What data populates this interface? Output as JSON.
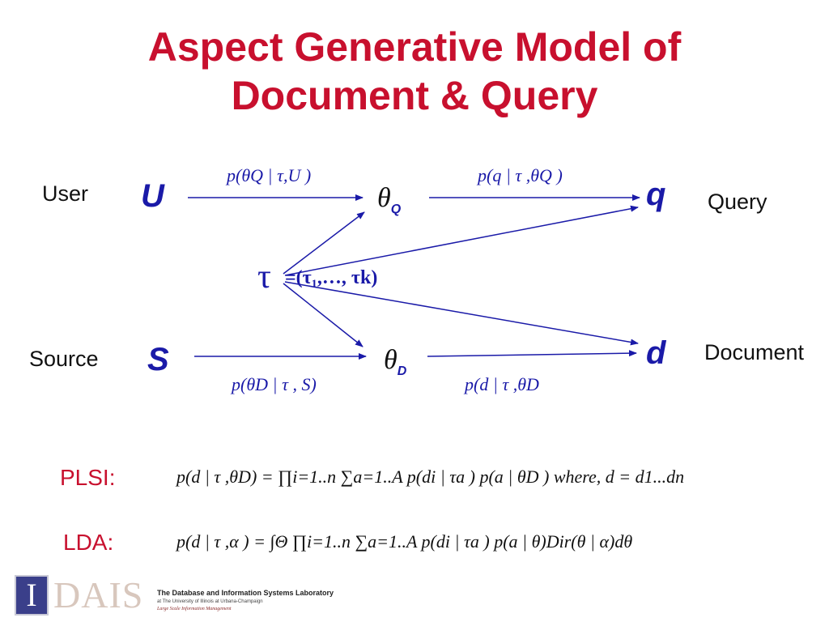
{
  "slide": {
    "title_line1": "Aspect Generative Model of",
    "title_line2": "Document & Query"
  },
  "diagram": {
    "user_label": "User",
    "source_label": "Source",
    "query_label": "Query",
    "document_label": "Document",
    "node_U": "U",
    "node_S": "S",
    "node_q": "q",
    "node_d": "d",
    "theta": "θ",
    "theta_Q_sub": "Q",
    "theta_D_sub": "D",
    "tau_symbol": "τ",
    "tau_list": "=(τ₁,…, τk)",
    "p_thetaQ_given": "p(θQ | τ,U )",
    "p_q_given": "p(q | τ ,θQ )",
    "p_thetaD_given": "p(θD | τ , S)",
    "p_d_given": "p(d | τ ,θD"
  },
  "formulas": {
    "plsi_label": "PLSI:",
    "plsi": "p(d | τ ,θD) = ∏i=1..n ∑a=1..A p(di | τa ) p(a | θD )    where, d = d1...dn",
    "lda_label": "LDA:",
    "lda": "p(d | τ ,α ) = ∫Θ ∏i=1..n ∑a=1..A p(di | τa ) p(a | θ)Dir(θ | α)dθ"
  },
  "logo": {
    "mark": "I",
    "word": "DAIS",
    "line1": "The Database and Information Systems Laboratory",
    "line2": "at The University of Illinois at Urbana-Champaign",
    "line3": "Large Scale Information Management"
  },
  "colors": {
    "title": "#c8102e",
    "diagram_blue": "#1a1aa8",
    "formula_label": "#c8102e"
  }
}
